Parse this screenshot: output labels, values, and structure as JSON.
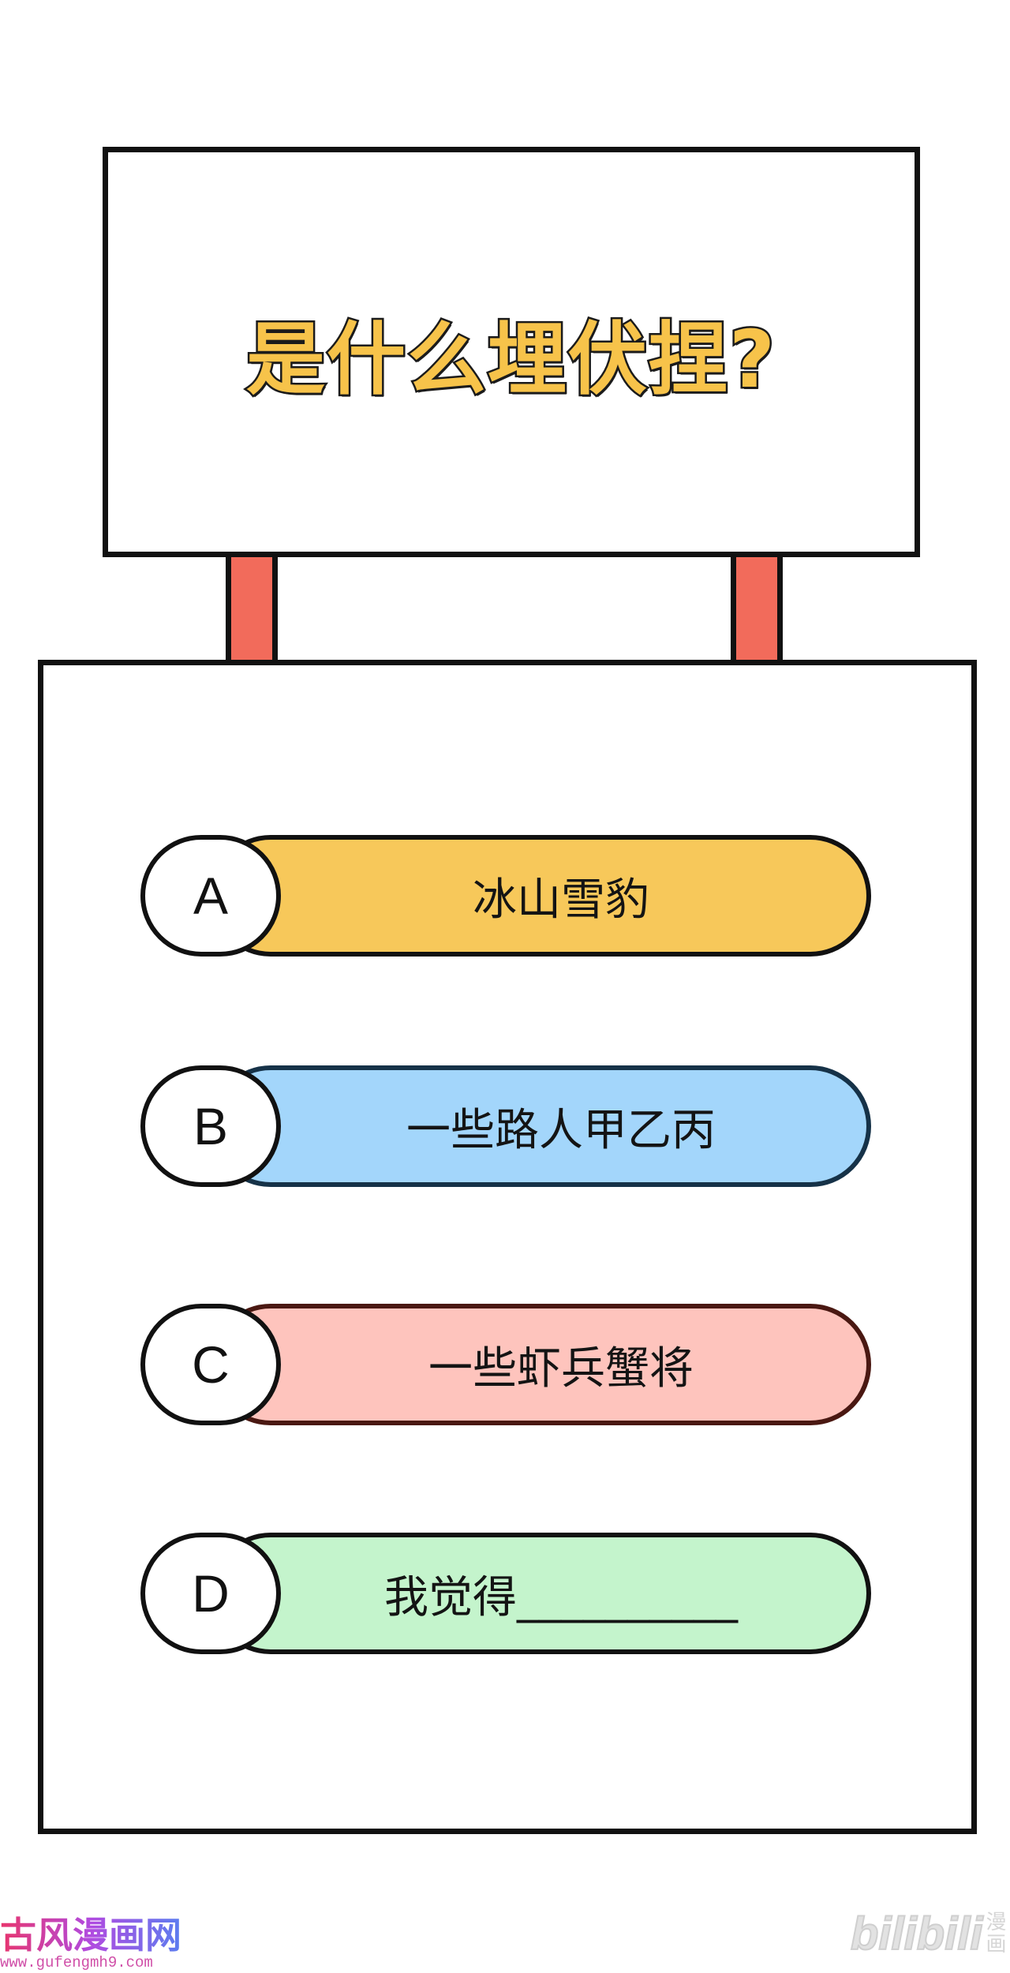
{
  "sign": {
    "title": "是什么埋伏捏?"
  },
  "options": [
    {
      "letter": "A",
      "text": "冰山雪豹",
      "color": "#f7c85a"
    },
    {
      "letter": "B",
      "text": "一些路人甲乙丙",
      "color": "#a3d6fb"
    },
    {
      "letter": "C",
      "text": "一些虾兵蟹将",
      "color": "#fec4bd"
    },
    {
      "letter": "D",
      "text": "我觉得__________",
      "color": "#c4f4cc"
    }
  ],
  "colors": {
    "post": "#f26b5b",
    "title_fill": "#f7c34a",
    "outline": "#111111"
  },
  "watermarks": {
    "site_name": "古风漫画网",
    "site_url": "www.gufengmh9.com",
    "bili_logo": "bilibili",
    "bili_sub_1": "漫",
    "bili_sub_2": "画"
  }
}
